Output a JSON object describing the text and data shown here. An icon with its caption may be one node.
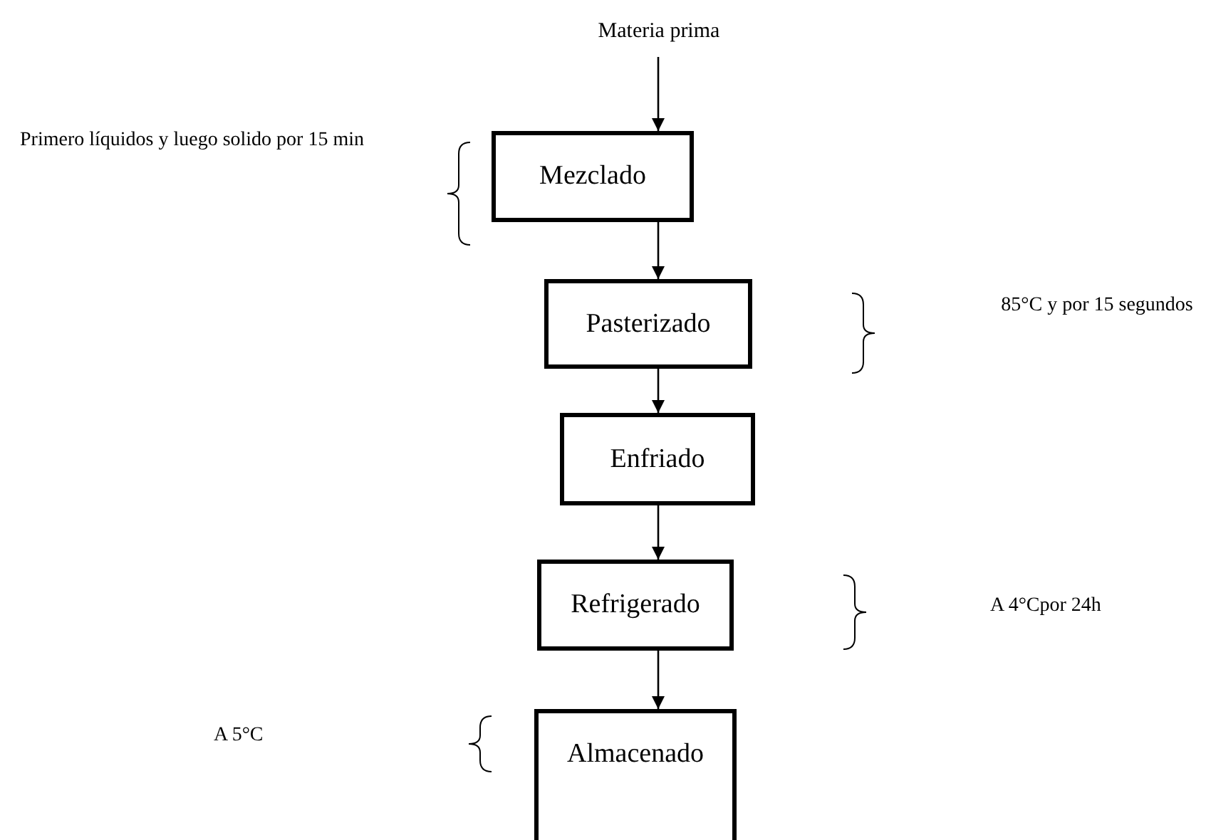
{
  "diagram": {
    "nodes": [
      {
        "text": [
          "Materia prima"
        ]
      },
      {
        "text": [
          "Mezclado"
        ]
      },
      {
        "text": [
          "Pasterizado"
        ]
      },
      {
        "text": [
          "Enfriado"
        ]
      },
      {
        "text": [
          "Refrigerado"
        ]
      },
      {
        "text": [
          "Almacenado"
        ]
      }
    ],
    "edges": [
      {
        "from": 0,
        "to": 1,
        "arrow": "to"
      },
      {
        "from": 1,
        "to": 2,
        "arrow": "to"
      },
      {
        "from": 2,
        "to": 3,
        "arrow": "to"
      },
      {
        "from": 3,
        "to": 4,
        "arrow": "to"
      },
      {
        "from": 4,
        "to": 5,
        "arrow": "to"
      }
    ],
    "labels": [
      "Primero líquidos y luego solido por 15 min",
      "85°C y por 15 segundos",
      "A 4°Cpor 24h",
      "A 5°C"
    ]
  }
}
